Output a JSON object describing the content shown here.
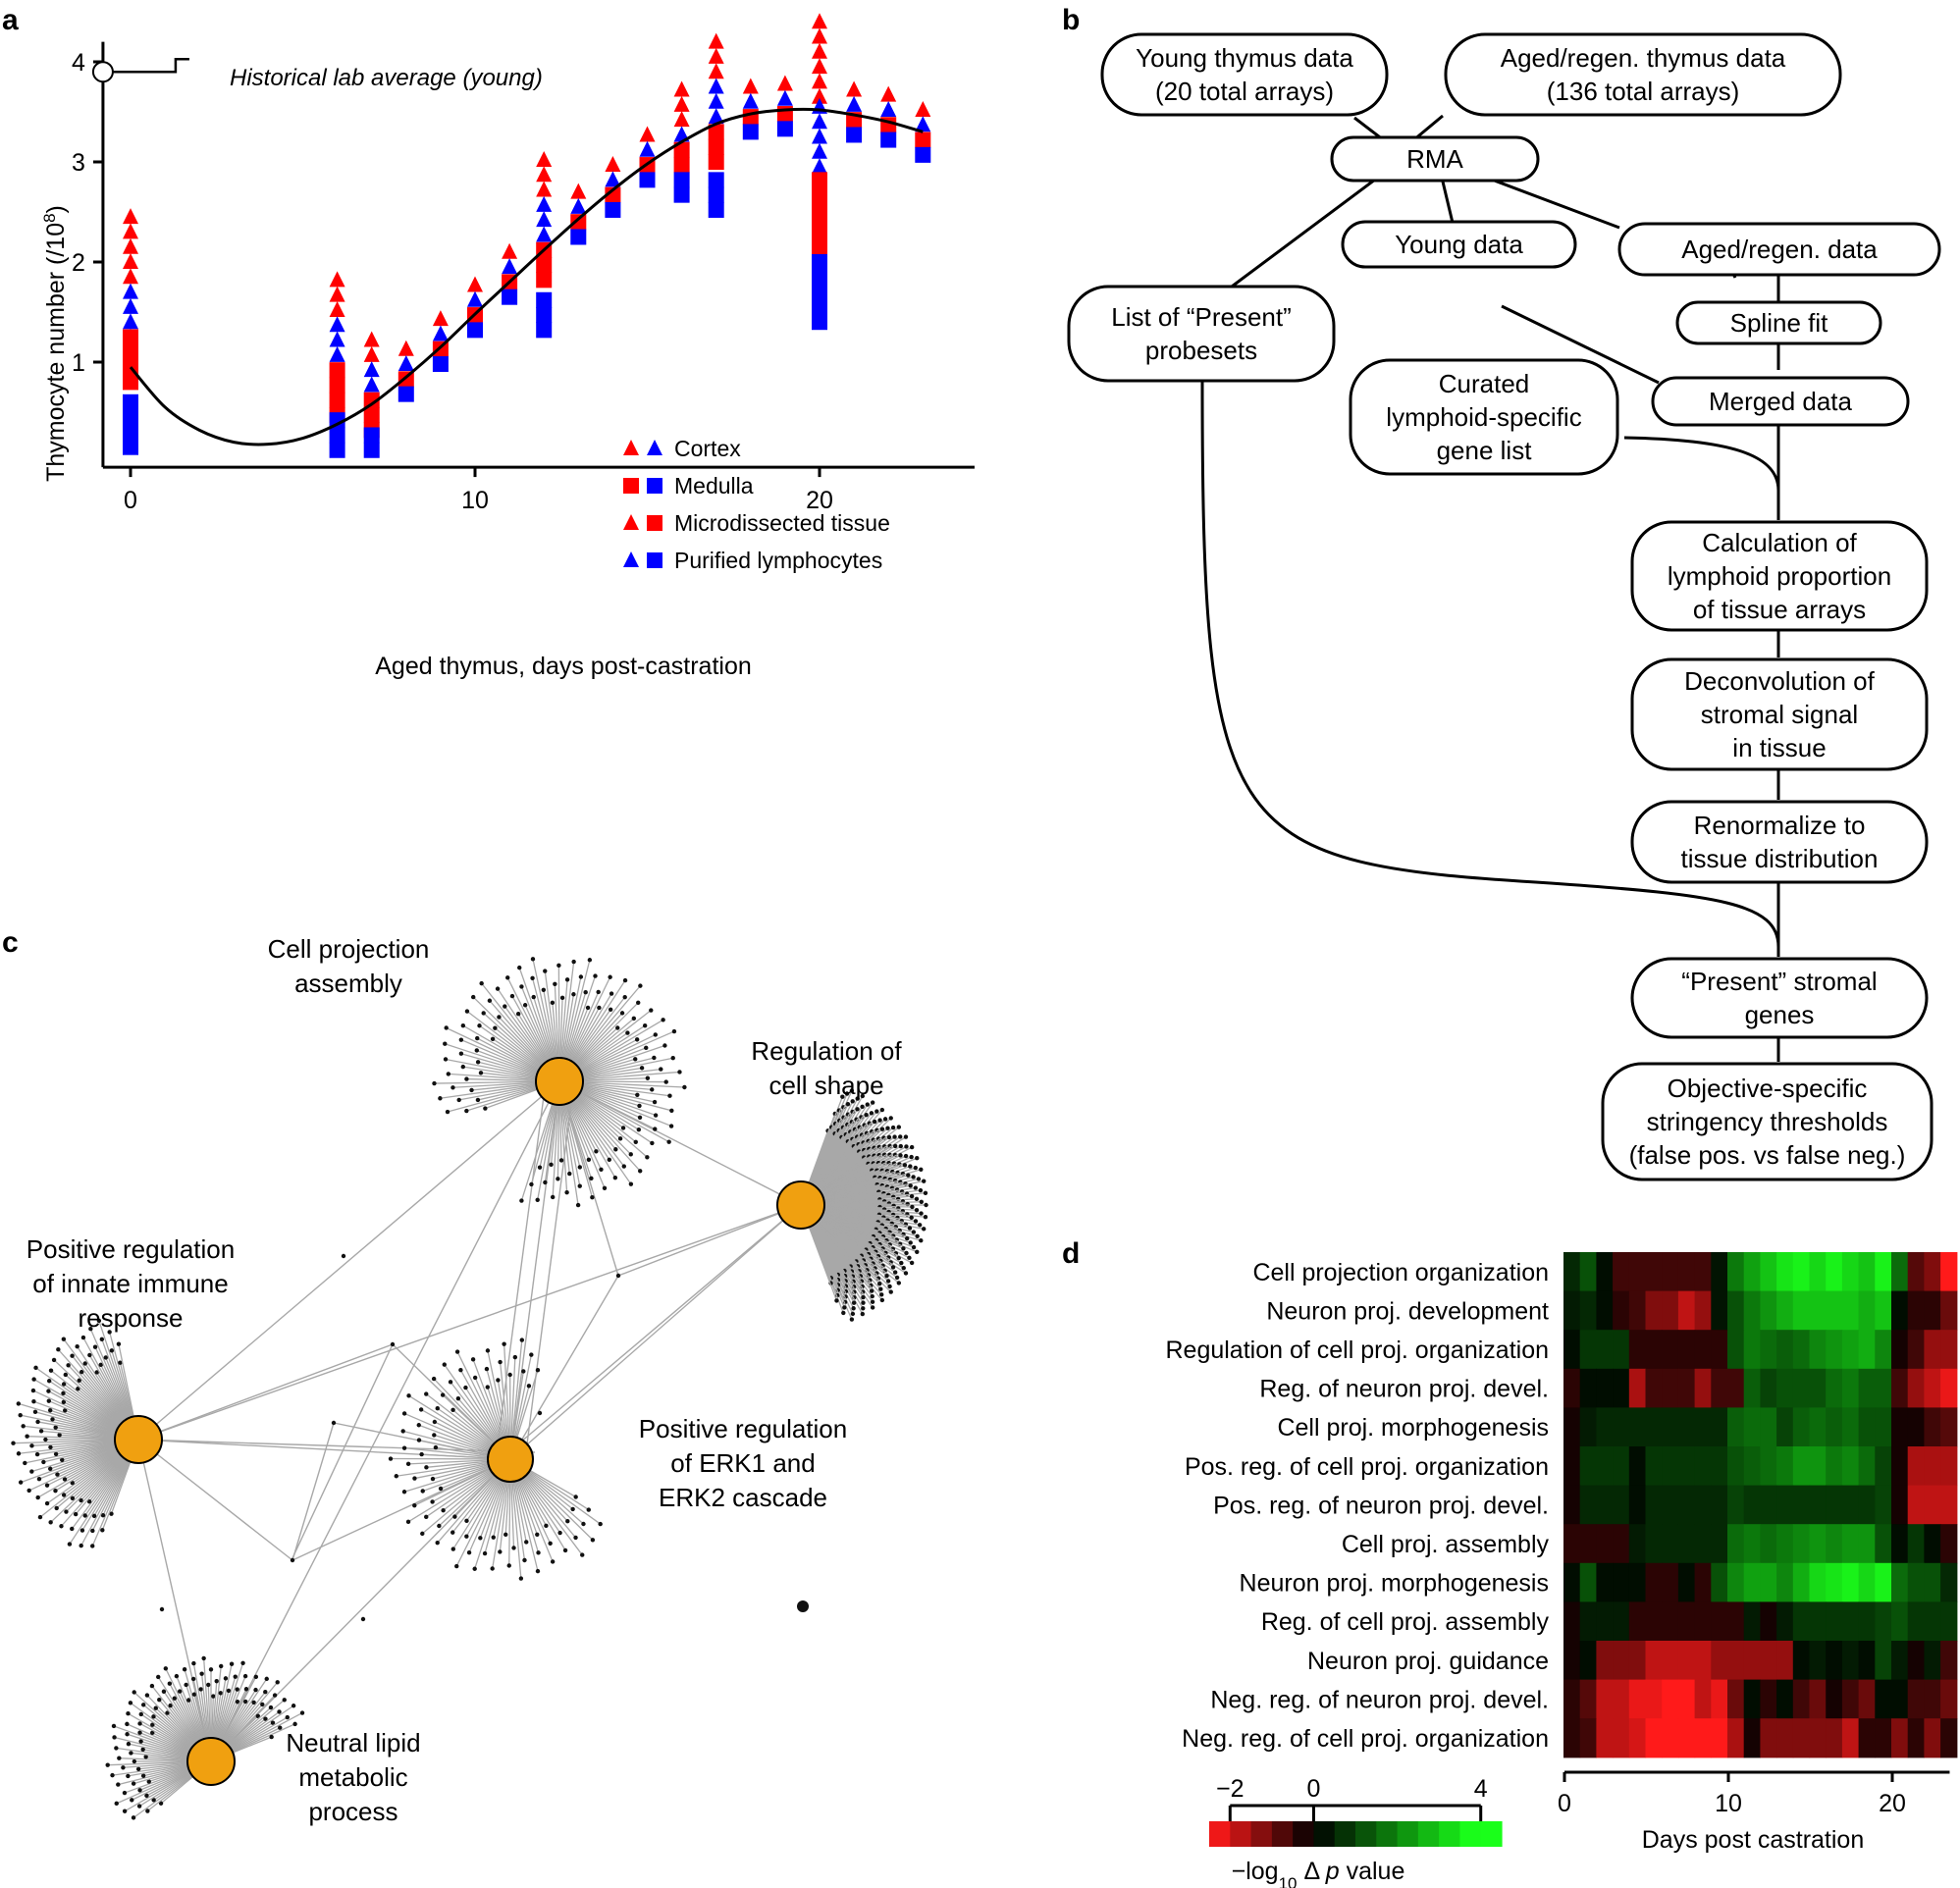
{
  "panels": {
    "a": {
      "letter": "a",
      "annotation": "Historical lab average (young)",
      "chart_data": {
        "type": "scatter",
        "xlabel": "Aged thymus, days post-castration",
        "ylabel": "Thymocyte number (/10⁸)",
        "ylabel_main": "Thymocyte number (/10",
        "ylabel_exp": "8",
        "ylabel_close": ")",
        "xlim": [
          -0.8,
          24.5
        ],
        "ylim": [
          -0.05,
          4.2
        ],
        "xticks": [
          "0",
          "10",
          "20"
        ],
        "xtick_values": [
          0,
          10,
          20
        ],
        "yticks": [
          "1",
          "2",
          "3",
          "4"
        ],
        "ytick_values": [
          1,
          2,
          3,
          4
        ],
        "historical_average": 3.9,
        "legend": {
          "placement": "bottom-right",
          "entries": [
            "Cortex",
            "Medulla",
            "Microdissected tissue",
            "Purified lymphocytes"
          ]
        },
        "colors": {
          "microdissected": "#ff0000",
          "purified": "#0000ff",
          "fit": "#000000"
        },
        "fit_curve": {
          "x": [
            0,
            1,
            2,
            3,
            4,
            5,
            6,
            7,
            8,
            9,
            10,
            11,
            12,
            13,
            14,
            15,
            16,
            17,
            18,
            19,
            20,
            21,
            22,
            23
          ],
          "y": [
            0.95,
            0.55,
            0.32,
            0.2,
            0.18,
            0.24,
            0.38,
            0.58,
            0.85,
            1.15,
            1.48,
            1.8,
            2.12,
            2.43,
            2.72,
            2.98,
            3.2,
            3.38,
            3.48,
            3.52,
            3.52,
            3.47,
            3.4,
            3.3
          ]
        },
        "series": [
          {
            "day": 0,
            "cortex_red": [
              2.45,
              2.3,
              2.15,
              2.0,
              1.85
            ],
            "cortex_blue": [
              1.7,
              1.55,
              1.4,
              1.25
            ],
            "medulla_red": [
              1.25,
              1.1,
              0.95,
              0.8
            ],
            "medulla_blue": [
              0.6,
              0.45,
              0.3,
              0.15
            ]
          },
          {
            "day": 6,
            "cortex_red": [
              1.82,
              1.67,
              1.52
            ],
            "cortex_blue": [
              1.37,
              1.22,
              1.07
            ],
            "medulla_red": [
              0.92,
              0.77,
              0.62,
              0.47
            ],
            "medulla_blue": [
              0.42,
              0.27,
              0.12
            ]
          },
          {
            "day": 7,
            "cortex_red": [
              1.22,
              1.07
            ],
            "cortex_blue": [
              0.92,
              0.77
            ],
            "medulla_red": [
              0.62,
              0.47,
              0.32
            ],
            "medulla_blue": [
              0.27,
              0.12
            ]
          },
          {
            "day": 8,
            "cortex_red": [
              1.13
            ],
            "cortex_blue": [
              0.98
            ],
            "medulla_red": [
              0.83
            ],
            "medulla_blue": [
              0.68
            ]
          },
          {
            "day": 9,
            "cortex_red": [
              1.43
            ],
            "cortex_blue": [
              1.28
            ],
            "medulla_red": [
              1.13
            ],
            "medulla_blue": [
              0.98
            ]
          },
          {
            "day": 10,
            "cortex_red": [
              1.77
            ],
            "cortex_blue": [
              1.62
            ],
            "medulla_red": [
              1.47
            ],
            "medulla_blue": [
              1.32
            ]
          },
          {
            "day": 11,
            "cortex_red": [
              2.1
            ],
            "cortex_blue": [
              1.95
            ],
            "medulla_red": [
              1.8
            ],
            "medulla_blue": [
              1.65
            ]
          },
          {
            "day": 12,
            "cortex_red": [
              3.02,
              2.87,
              2.72
            ],
            "cortex_blue": [
              2.57,
              2.42,
              2.27
            ],
            "medulla_red": [
              2.12,
              1.97,
              1.82
            ],
            "medulla_blue": [
              1.62,
              1.47,
              1.32
            ]
          },
          {
            "day": 13,
            "cortex_red": [
              2.7
            ],
            "cortex_blue": [
              2.55
            ],
            "medulla_red": [
              2.4
            ],
            "medulla_blue": [
              2.25
            ]
          },
          {
            "day": 14,
            "cortex_red": [
              2.97
            ],
            "cortex_blue": [
              2.82
            ],
            "medulla_red": [
              2.67
            ],
            "medulla_blue": [
              2.52
            ]
          },
          {
            "day": 15,
            "cortex_red": [
              3.27
            ],
            "cortex_blue": [
              3.12
            ],
            "medulla_red": [
              2.97
            ],
            "medulla_blue": [
              2.82
            ]
          },
          {
            "day": 16,
            "cortex_red": [
              3.72,
              3.57,
              3.42
            ],
            "cortex_blue": [
              3.27
            ],
            "medulla_red": [
              3.12,
              2.97
            ],
            "medulla_blue": [
              2.82,
              2.67
            ]
          },
          {
            "day": 17,
            "cortex_red": [
              4.2,
              4.05,
              3.9
            ],
            "cortex_blue": [
              3.75,
              3.6,
              3.45
            ],
            "medulla_red": [
              3.3,
              3.15,
              3.0
            ],
            "medulla_blue": [
              2.82,
              2.67,
              2.52
            ]
          },
          {
            "day": 18,
            "cortex_red": [
              3.75
            ],
            "cortex_blue": [
              3.6
            ],
            "medulla_red": [
              3.45
            ],
            "medulla_blue": [
              3.3
            ]
          },
          {
            "day": 19,
            "cortex_red": [
              3.78
            ],
            "cortex_blue": [
              3.63
            ],
            "medulla_red": [
              3.48
            ],
            "medulla_blue": [
              3.33
            ]
          },
          {
            "day": 20,
            "cortex_red": [
              4.4,
              4.25,
              4.1,
              3.95,
              3.8,
              3.65
            ],
            "cortex_blue": [
              3.55,
              3.4,
              3.25,
              3.1,
              2.95
            ],
            "medulla_red": [
              2.82,
              2.67,
              2.52,
              2.37,
              2.22,
              2.07
            ],
            "medulla_blue": [
              2.0,
              1.85,
              1.7,
              1.55,
              1.4
            ]
          },
          {
            "day": 21,
            "cortex_red": [
              3.72
            ],
            "cortex_blue": [
              3.57
            ],
            "medulla_red": [
              3.42
            ],
            "medulla_blue": [
              3.27
            ]
          },
          {
            "day": 22,
            "cortex_red": [
              3.67
            ],
            "cortex_blue": [
              3.52
            ],
            "medulla_red": [
              3.37
            ],
            "medulla_blue": [
              3.22
            ]
          },
          {
            "day": 23,
            "cortex_red": [
              3.52
            ],
            "cortex_blue": [
              3.37
            ],
            "medulla_red": [
              3.22
            ],
            "medulla_blue": [
              3.07
            ]
          }
        ]
      }
    },
    "b": {
      "letter": "b",
      "nodes": {
        "young_thymus": [
          "Young thymus data",
          "(20 total arrays)"
        ],
        "aged_thymus": [
          "Aged/regen. thymus data",
          "(136 total arrays)"
        ],
        "rma": [
          "RMA"
        ],
        "young_data": [
          "Young data"
        ],
        "aged_data": [
          "Aged/regen. data"
        ],
        "present_list": [
          "List of “Present”",
          "probesets"
        ],
        "spline_fit": [
          "Spline fit"
        ],
        "merged_data": [
          "Merged data"
        ],
        "curated_list": [
          "Curated",
          "lymphoid-specific",
          "gene list"
        ],
        "calculation": [
          "Calculation of",
          "lymphoid proportion",
          "of tissue arrays"
        ],
        "deconvolution": [
          "Deconvolution of",
          "stromal signal",
          "in tissue"
        ],
        "renormalize": [
          "Renormalize to",
          "tissue distribution"
        ],
        "present_stromal": [
          "“Present” stromal",
          "genes"
        ],
        "thresholds": [
          "Objective-specific",
          "stringency thresholds",
          "(false pos. vs false neg.)"
        ]
      }
    },
    "c": {
      "letter": "c",
      "hubs": {
        "cell_projection": [
          "Cell projection",
          "assembly"
        ],
        "cell_shape": [
          "Regulation of",
          "cell shape"
        ],
        "innate_immune": [
          "Positive regulation",
          "of innate immune",
          "response"
        ],
        "erk": [
          "Positive regulation",
          "of ERK1 and",
          "ERK2 cascade"
        ],
        "lipid": [
          "Neutral lipid",
          "metabolic",
          "process"
        ]
      },
      "colors": {
        "hub": "#f0a010",
        "edge": "#a8a8a8"
      }
    },
    "d": {
      "letter": "d",
      "chart_data": {
        "type": "heatmap",
        "xlabel": "Days post castration",
        "xticks": [
          "0",
          "10",
          "20"
        ],
        "xtick_values": [
          0,
          10,
          20
        ],
        "xlim": [
          0,
          23.5
        ],
        "columns": 24,
        "colorbar": {
          "ticks": [
            "−2",
            "0",
            "4"
          ],
          "tick_values": [
            -2,
            0,
            4
          ],
          "range": [
            -2.5,
            4.5
          ],
          "label_prefix": "−log",
          "label_sub": "10",
          "label_mid": " Δ ",
          "label_italic": "p",
          "label_suffix": " value",
          "low_color": "#ff1a1a",
          "mid_color": "#000000",
          "high_color": "#1aff1a"
        },
        "rows": [
          {
            "label": "Cell projection organization",
            "values": [
              0.6,
              1.2,
              0.2,
              -0.6,
              -0.6,
              -0.6,
              -0.6,
              -0.6,
              -0.6,
              0.3,
              1.8,
              2.4,
              2.9,
              3.4,
              3.6,
              3.2,
              3.6,
              3.2,
              2.9,
              3.6,
              1.6,
              -0.8,
              -1.2,
              -2.4
            ]
          },
          {
            "label": "Neuron proj. development",
            "values": [
              0.4,
              0.6,
              0.2,
              -0.4,
              -0.6,
              -1.2,
              -1.2,
              -1.8,
              -1.4,
              0.3,
              1.2,
              1.8,
              2.2,
              2.6,
              2.9,
              2.9,
              2.9,
              2.9,
              2.6,
              2.9,
              0.2,
              -0.4,
              -0.4,
              -1.0
            ]
          },
          {
            "label": "Regulation of cell proj. organization",
            "values": [
              0.2,
              0.8,
              0.8,
              0.8,
              -0.4,
              -0.4,
              -0.4,
              -0.4,
              -0.4,
              -0.4,
              1.2,
              1.8,
              1.6,
              1.4,
              1.6,
              2.0,
              2.2,
              2.4,
              2.6,
              2.0,
              -0.2,
              -0.6,
              -1.4,
              -1.4
            ]
          },
          {
            "label": "Reg. of neuron proj. devel.",
            "values": [
              -0.4,
              0.2,
              0.2,
              0.2,
              -1.6,
              -0.6,
              -0.6,
              -0.6,
              -1.4,
              -0.6,
              -0.6,
              1.4,
              1.0,
              1.2,
              1.2,
              1.2,
              1.6,
              1.8,
              1.4,
              1.4,
              -0.6,
              -1.4,
              -1.8,
              -2.2
            ]
          },
          {
            "label": "Cell proj. morphogenesis",
            "values": [
              -0.2,
              0.4,
              0.6,
              0.6,
              0.6,
              0.6,
              0.6,
              0.6,
              0.6,
              0.6,
              1.4,
              1.6,
              1.6,
              1.0,
              1.4,
              1.6,
              1.4,
              1.6,
              1.2,
              1.2,
              -0.2,
              -0.2,
              -0.6,
              -0.8
            ]
          },
          {
            "label": "Pos. reg. of cell proj. organization",
            "values": [
              -0.2,
              0.8,
              0.8,
              0.8,
              0.2,
              0.8,
              0.8,
              0.8,
              0.8,
              0.8,
              1.2,
              1.4,
              1.6,
              1.8,
              2.2,
              2.2,
              1.8,
              2.0,
              1.6,
              1.0,
              -0.2,
              -1.6,
              -1.6,
              -1.6
            ]
          },
          {
            "label": "Pos. reg. of neuron proj. devel.",
            "values": [
              -0.2,
              0.6,
              0.6,
              0.6,
              0.2,
              0.6,
              0.6,
              0.6,
              0.6,
              0.6,
              1.0,
              0.8,
              0.8,
              0.8,
              0.8,
              0.8,
              0.8,
              0.8,
              0.8,
              1.0,
              -0.2,
              -1.8,
              -1.8,
              -1.8
            ]
          },
          {
            "label": "Cell proj. assembly",
            "values": [
              -0.4,
              -0.4,
              -0.4,
              -0.4,
              0.4,
              0.6,
              0.6,
              0.6,
              0.6,
              0.6,
              1.6,
              1.8,
              1.6,
              1.8,
              2.0,
              2.2,
              2.0,
              2.2,
              2.2,
              1.2,
              0.2,
              0.8,
              0.2,
              -0.4
            ]
          },
          {
            "label": "Neuron proj. morphogenesis",
            "values": [
              0.2,
              1.2,
              0.2,
              0.2,
              0.2,
              -0.4,
              -0.4,
              0.2,
              -0.4,
              1.2,
              2.0,
              2.4,
              2.4,
              2.0,
              2.6,
              3.2,
              3.4,
              3.6,
              3.2,
              3.6,
              1.6,
              1.2,
              1.2,
              0.6
            ]
          },
          {
            "label": "Reg. of cell proj. assembly",
            "values": [
              -0.2,
              0.4,
              0.4,
              0.4,
              -0.4,
              -0.4,
              -0.4,
              -0.4,
              -0.4,
              -0.4,
              -0.4,
              0.4,
              -0.2,
              0.4,
              0.8,
              0.8,
              0.8,
              0.8,
              0.8,
              1.0,
              1.2,
              0.8,
              0.8,
              0.8
            ]
          },
          {
            "label": "Neuron proj. guidance",
            "values": [
              -0.2,
              0.2,
              -1.2,
              -1.2,
              -1.2,
              -1.8,
              -1.8,
              -1.8,
              -1.8,
              -1.4,
              -1.4,
              -1.4,
              -1.4,
              -1.4,
              0.2,
              0.4,
              0.2,
              0.4,
              0.2,
              1.0,
              0.4,
              -0.2,
              0.4,
              -0.6
            ]
          },
          {
            "label": "Neg. reg. of neuron proj. devel.",
            "values": [
              -0.4,
              -0.8,
              -1.8,
              -1.8,
              -2.2,
              -2.2,
              -2.4,
              -2.4,
              -1.8,
              -2.2,
              -1.0,
              0.2,
              -0.4,
              0.2,
              -0.6,
              -1.0,
              -0.2,
              -0.6,
              -1.0,
              0.2,
              0.2,
              -0.6,
              -0.6,
              -1.0
            ]
          },
          {
            "label": "Neg. reg. of cell proj. organization",
            "values": [
              -0.4,
              -0.6,
              -1.8,
              -1.8,
              -2.0,
              -2.4,
              -2.4,
              -2.4,
              -2.4,
              -2.4,
              -1.6,
              -0.2,
              -1.2,
              -1.2,
              -1.2,
              -1.2,
              -1.2,
              -1.8,
              -0.4,
              -0.4,
              -1.2,
              -0.4,
              -1.2,
              -0.4
            ]
          }
        ]
      }
    }
  }
}
